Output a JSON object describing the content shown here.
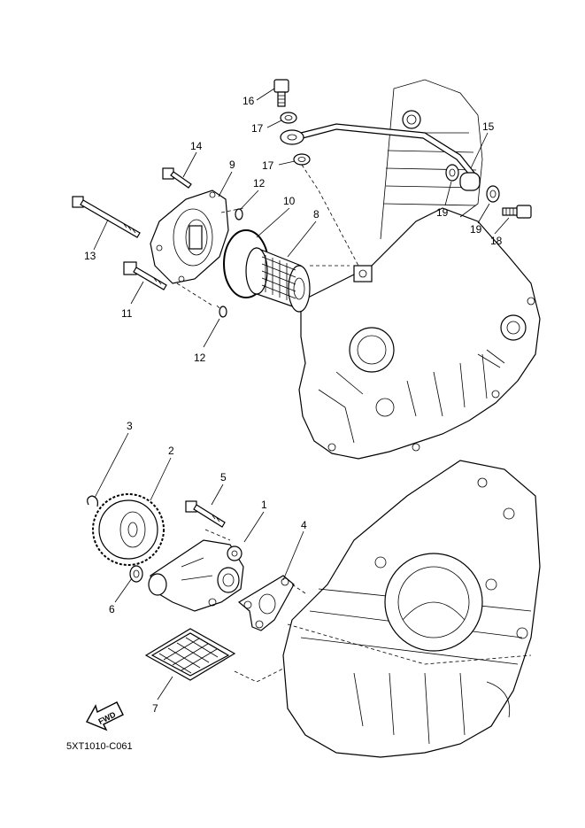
{
  "diagram_code": "5XT1010-C061",
  "fwd_label": "FWD",
  "callouts": {
    "c1": "1",
    "c2": "2",
    "c3": "3",
    "c4": "4",
    "c5": "5",
    "c6": "6",
    "c7": "7",
    "c8": "8",
    "c9": "9",
    "c10": "10",
    "c11": "11",
    "c12a": "12",
    "c12b": "12",
    "c13": "13",
    "c14": "14",
    "c15": "15",
    "c16": "16",
    "c17a": "17",
    "c17b": "17",
    "c18": "18",
    "c19a": "19",
    "c19b": "19"
  }
}
